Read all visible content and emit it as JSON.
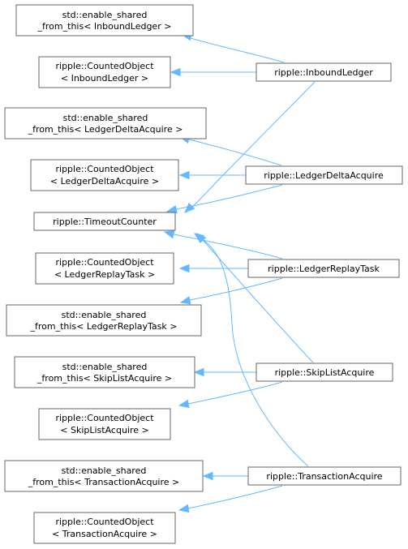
{
  "diagram": {
    "nodes": {
      "esf_inbound": [
        "std::enable_shared",
        "_from_this< InboundLedger >"
      ],
      "co_inbound": [
        "ripple::CountedObject",
        "< InboundLedger >"
      ],
      "inbound_ledger": [
        "ripple::InboundLedger"
      ],
      "esf_delta": [
        "std::enable_shared",
        "_from_this< LedgerDeltaAcquire >"
      ],
      "co_delta": [
        "ripple::CountedObject",
        "< LedgerDeltaAcquire >"
      ],
      "ledger_delta_acquire": [
        "ripple::LedgerDeltaAcquire"
      ],
      "timeout_counter": [
        "ripple::TimeoutCounter"
      ],
      "co_replay": [
        "ripple::CountedObject",
        "< LedgerReplayTask >"
      ],
      "ledger_replay_task": [
        "ripple::LedgerReplayTask"
      ],
      "esf_replay": [
        "std::enable_shared",
        "_from_this< LedgerReplayTask >"
      ],
      "esf_skip": [
        "std::enable_shared",
        "_from_this< SkipListAcquire >"
      ],
      "skip_list_acquire": [
        "ripple::SkipListAcquire"
      ],
      "co_skip": [
        "ripple::CountedObject",
        "< SkipListAcquire >"
      ],
      "esf_tx": [
        "std::enable_shared",
        "_from_this< TransactionAcquire >"
      ],
      "transaction_acquire": [
        "ripple::TransactionAcquire"
      ],
      "co_tx": [
        "ripple::CountedObject",
        "< TransactionAcquire >"
      ]
    }
  }
}
